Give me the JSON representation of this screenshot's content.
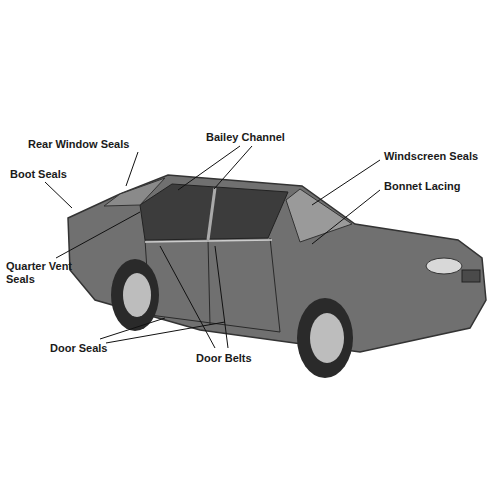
{
  "diagram": {
    "labels": [
      "Bailey Channel",
      "Rear Window Seals",
      "Windscreen Seals",
      "Boot Seals",
      "Bonnet Lacing",
      "Quarter Vent Seals",
      "Door Seals",
      "Door Belts"
    ]
  }
}
